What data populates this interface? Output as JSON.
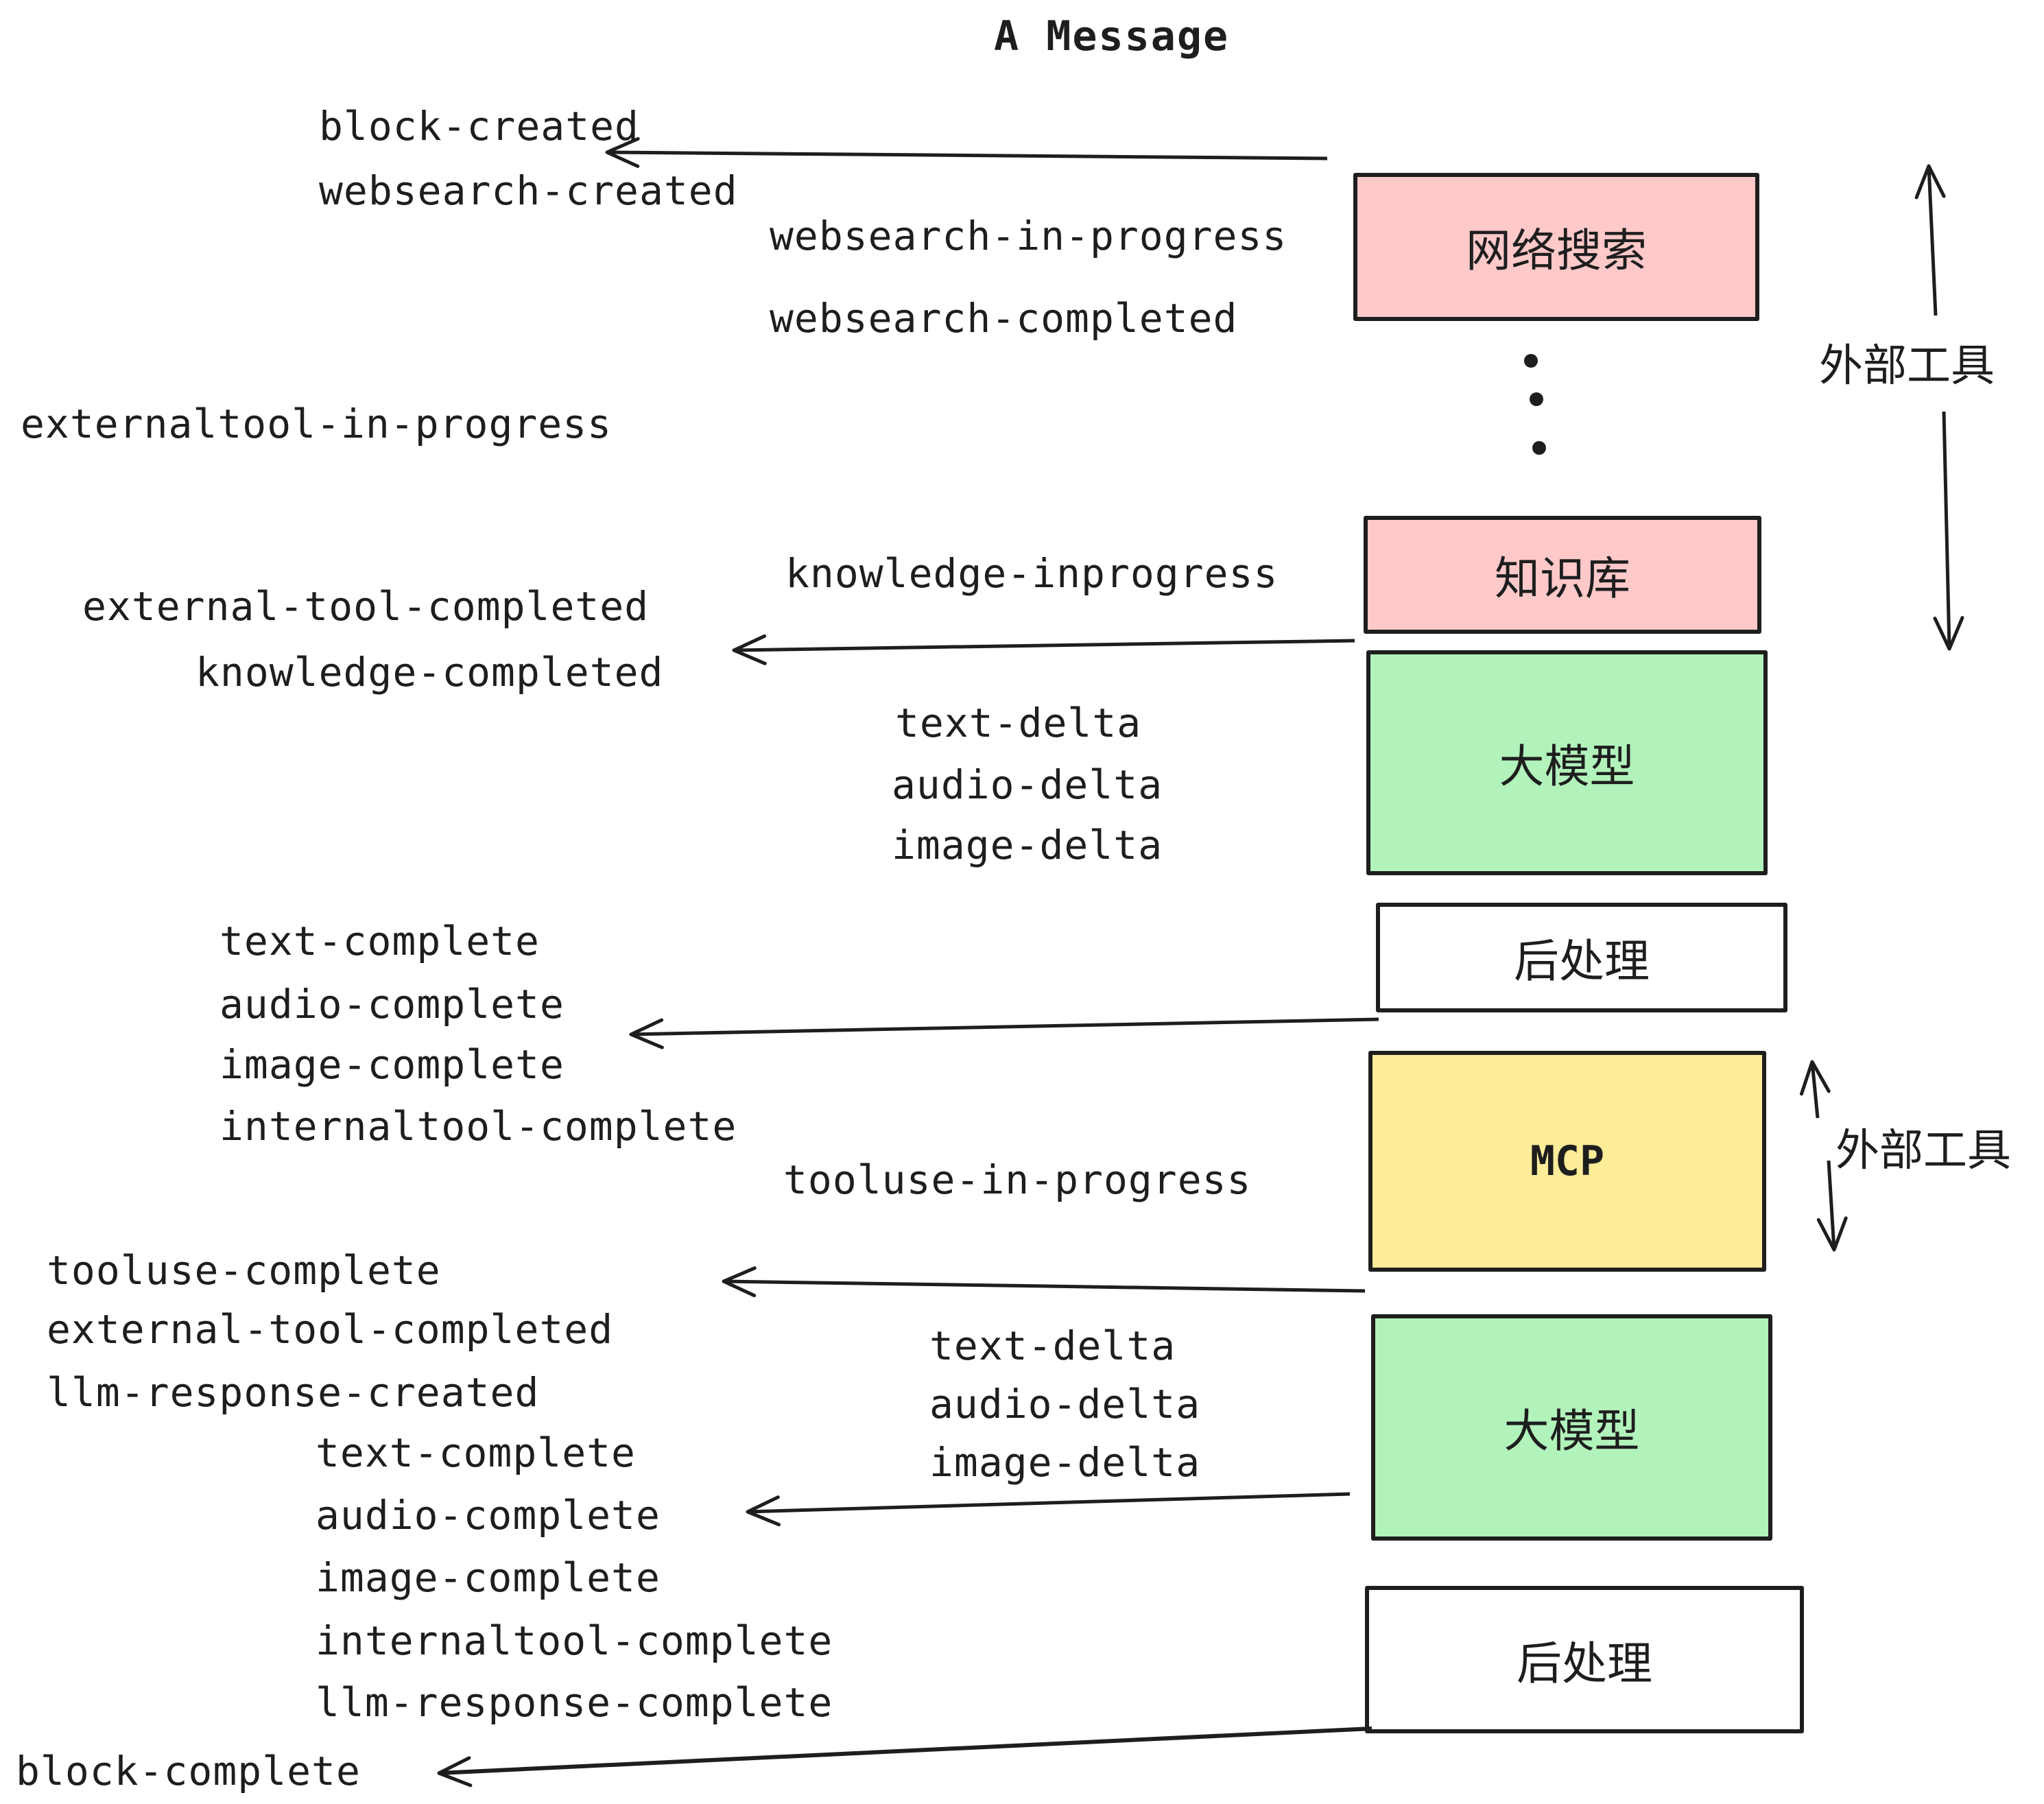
{
  "title": "A Message",
  "colors": {
    "pink": "#ffc9c9",
    "green": "#b2f2bb",
    "yellow": "#ffec99",
    "white": "#ffffff",
    "stroke": "#1e1e1e"
  },
  "boxes": {
    "websearch": {
      "label": "网络搜索"
    },
    "knowledge": {
      "label": "知识库"
    },
    "llm1": {
      "label": "大模型"
    },
    "post1": {
      "label": "后处理"
    },
    "mcp": {
      "label": "MCP"
    },
    "llm2": {
      "label": "大模型"
    },
    "post2": {
      "label": "后处理"
    }
  },
  "side_labels": {
    "external_tools_top": "外部工具",
    "external_tools_mid": "外部工具"
  },
  "events": {
    "block_created": "block-created",
    "websearch_created": "websearch-created",
    "websearch_in_progress": "websearch-in-progress",
    "websearch_completed": "websearch-completed",
    "externaltool_in_progress": "externaltool-in-progress",
    "knowledge_inprogress": "knowledge-inprogress",
    "external_tool_completed_1": "external-tool-completed",
    "knowledge_completed": "knowledge-completed",
    "text_delta_1": "text-delta",
    "audio_delta_1": "audio-delta",
    "image_delta_1": "image-delta",
    "text_complete_1": "text-complete",
    "audio_complete_1": "audio-complete",
    "image_complete_1": "image-complete",
    "internaltool_complete_1": "internaltool-complete",
    "tooluse_in_progress": "tooluse-in-progress",
    "tooluse_complete": "tooluse-complete",
    "external_tool_completed_2": "external-tool-completed",
    "llm_response_created": "llm-response-created",
    "text_delta_2": "text-delta",
    "audio_delta_2": "audio-delta",
    "image_delta_2": "image-delta",
    "text_complete_2": "text-complete",
    "audio_complete_2": "audio-complete",
    "image_complete_2": "image-complete",
    "internaltool_complete_2": "internaltool-complete",
    "llm_response_complete": "llm-response-complete",
    "block_complete": "block-complete"
  }
}
